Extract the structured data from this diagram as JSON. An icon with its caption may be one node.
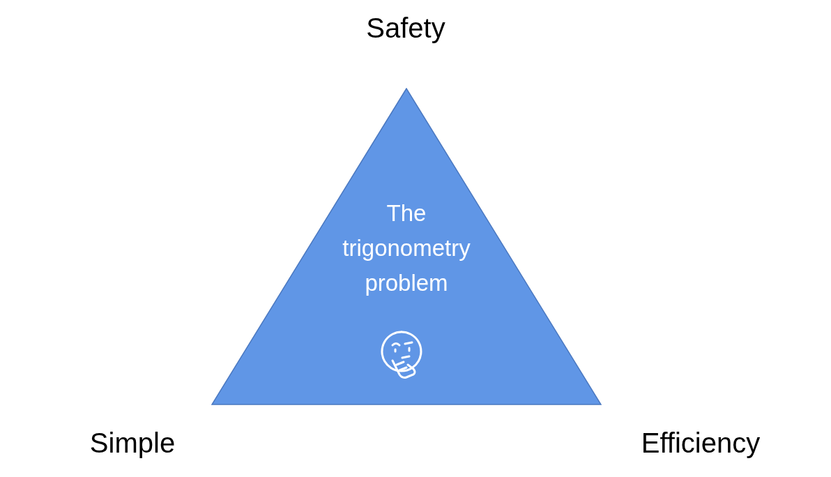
{
  "diagram": {
    "nodes": [
      {
        "text": [
          "The trigonometry problem"
        ]
      }
    ],
    "edges": [],
    "labels": [
      "Safety",
      "Simple",
      "Efficiency"
    ]
  }
}
